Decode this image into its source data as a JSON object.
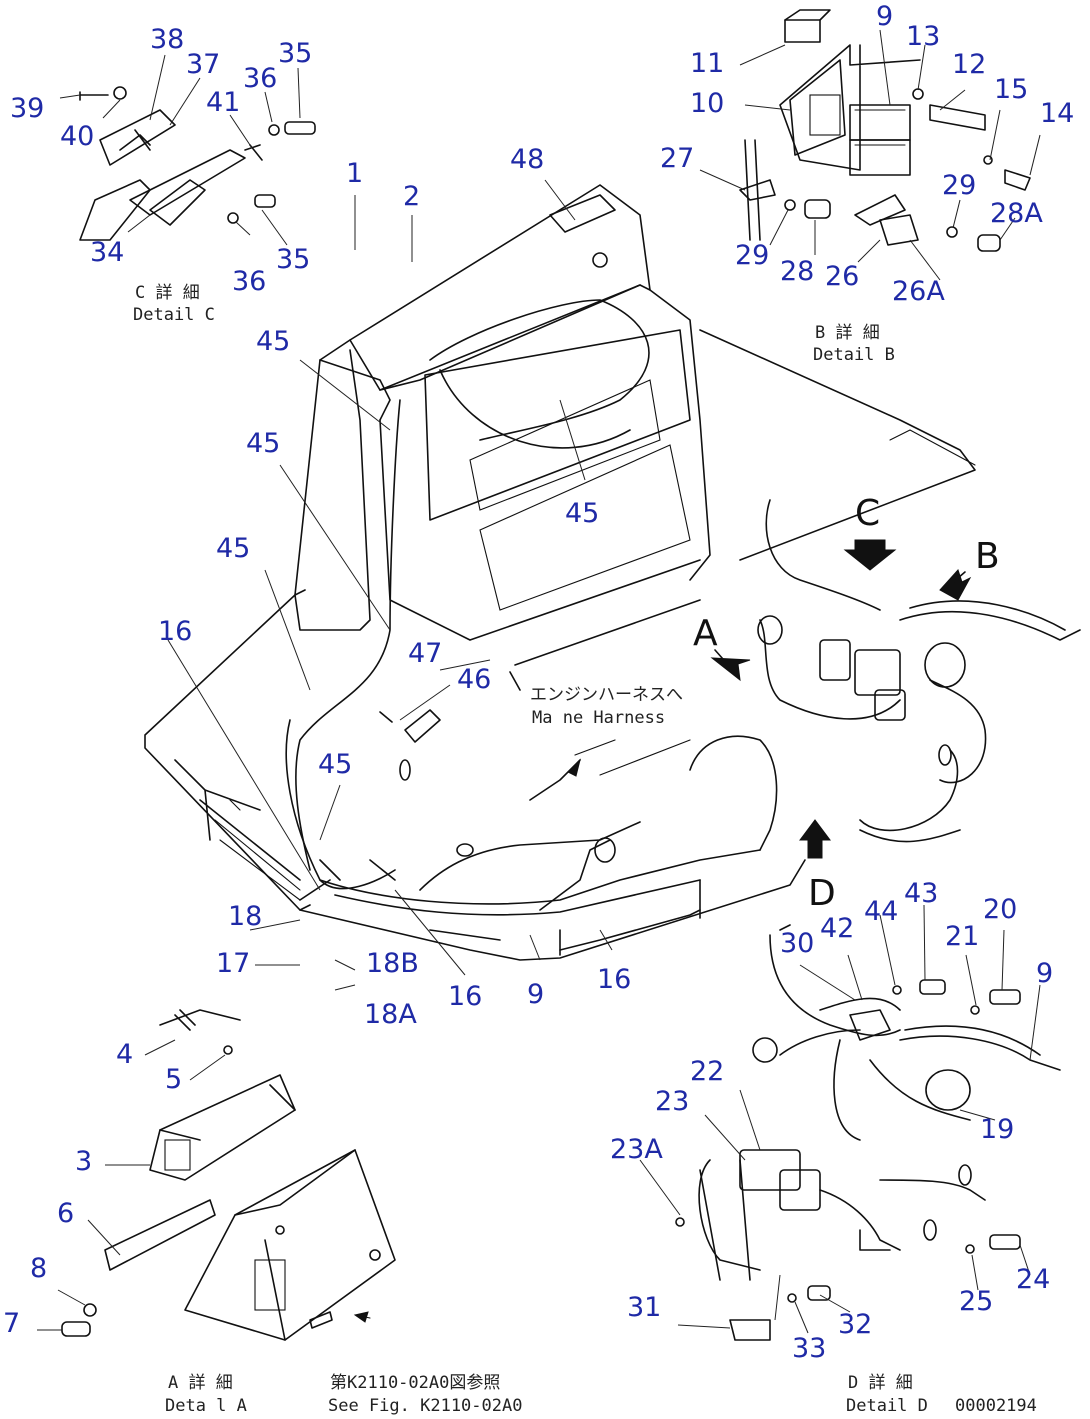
{
  "callouts": [
    {
      "id": "c1",
      "text": "1"
    },
    {
      "id": "c2",
      "text": "2"
    },
    {
      "id": "c3",
      "text": "3"
    },
    {
      "id": "c4",
      "text": "4"
    },
    {
      "id": "c5",
      "text": "5"
    },
    {
      "id": "c6",
      "text": "6"
    },
    {
      "id": "c7",
      "text": "7"
    },
    {
      "id": "c8",
      "text": "8"
    },
    {
      "id": "c9a",
      "text": "9"
    },
    {
      "id": "c9b",
      "text": "9"
    },
    {
      "id": "c9c",
      "text": "9"
    },
    {
      "id": "c10",
      "text": "10"
    },
    {
      "id": "c11",
      "text": "11"
    },
    {
      "id": "c12",
      "text": "12"
    },
    {
      "id": "c13",
      "text": "13"
    },
    {
      "id": "c14",
      "text": "14"
    },
    {
      "id": "c15",
      "text": "15"
    },
    {
      "id": "c16a",
      "text": "16"
    },
    {
      "id": "c16b",
      "text": "16"
    },
    {
      "id": "c16c",
      "text": "16"
    },
    {
      "id": "c17",
      "text": "17"
    },
    {
      "id": "c18",
      "text": "18"
    },
    {
      "id": "c18A",
      "text": "18A"
    },
    {
      "id": "c18B",
      "text": "18B"
    },
    {
      "id": "c19",
      "text": "19"
    },
    {
      "id": "c20",
      "text": "20"
    },
    {
      "id": "c21",
      "text": "21"
    },
    {
      "id": "c22",
      "text": "22"
    },
    {
      "id": "c23",
      "text": "23"
    },
    {
      "id": "c23A",
      "text": "23A"
    },
    {
      "id": "c24",
      "text": "24"
    },
    {
      "id": "c25",
      "text": "25"
    },
    {
      "id": "c26",
      "text": "26"
    },
    {
      "id": "c26A",
      "text": "26A"
    },
    {
      "id": "c27",
      "text": "27"
    },
    {
      "id": "c28",
      "text": "28"
    },
    {
      "id": "c28A",
      "text": "28A"
    },
    {
      "id": "c29a",
      "text": "29"
    },
    {
      "id": "c29b",
      "text": "29"
    },
    {
      "id": "c30",
      "text": "30"
    },
    {
      "id": "c31",
      "text": "31"
    },
    {
      "id": "c32",
      "text": "32"
    },
    {
      "id": "c33",
      "text": "33"
    },
    {
      "id": "c34",
      "text": "34"
    },
    {
      "id": "c35a",
      "text": "35"
    },
    {
      "id": "c35b",
      "text": "35"
    },
    {
      "id": "c36a",
      "text": "36"
    },
    {
      "id": "c36b",
      "text": "36"
    },
    {
      "id": "c37",
      "text": "37"
    },
    {
      "id": "c38",
      "text": "38"
    },
    {
      "id": "c39",
      "text": "39"
    },
    {
      "id": "c40",
      "text": "40"
    },
    {
      "id": "c41",
      "text": "41"
    },
    {
      "id": "c42",
      "text": "42"
    },
    {
      "id": "c43",
      "text": "43"
    },
    {
      "id": "c44",
      "text": "44"
    },
    {
      "id": "c45a",
      "text": "45"
    },
    {
      "id": "c45b",
      "text": "45"
    },
    {
      "id": "c45c",
      "text": "45"
    },
    {
      "id": "c45d",
      "text": "45"
    },
    {
      "id": "c45e",
      "text": "45"
    },
    {
      "id": "c46",
      "text": "46"
    },
    {
      "id": "c47",
      "text": "47"
    },
    {
      "id": "c48",
      "text": "48"
    }
  ],
  "view_letters": {
    "a": "A",
    "b": "B",
    "c": "C",
    "d": "D"
  },
  "details": {
    "a_jp": "A 詳 細",
    "a_en": "Deta l A",
    "b_jp": "B 詳 細",
    "b_en": "Detail B",
    "c_jp": "C 詳 細",
    "c_en": "Detail C",
    "d_jp": "D 詳 細",
    "d_en": "Detail D"
  },
  "notes": {
    "harness_jp": "エンジンハーネスへ",
    "harness_en": "Ma ne Harness",
    "ref_jp": "第K2110-02A0図参照",
    "ref_en": "See Fig. K2110-02A0",
    "figure_code": "00002194"
  },
  "colors": {
    "callout": "#1f2aa6",
    "line": "#111111"
  }
}
